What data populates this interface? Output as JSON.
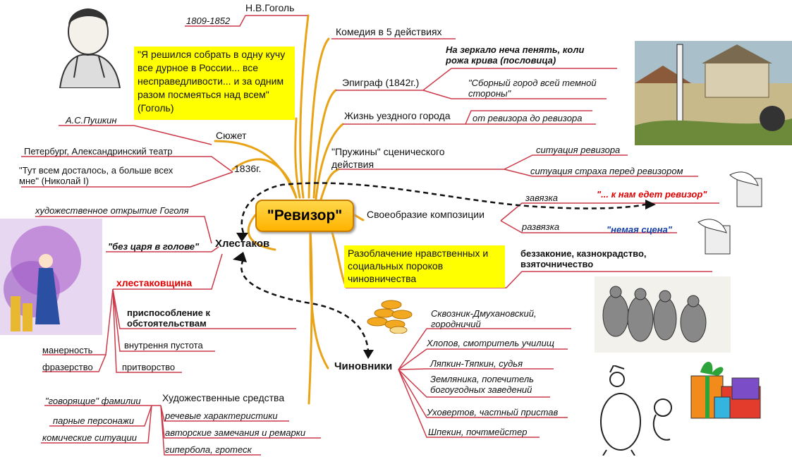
{
  "center": "\"Ревизор\"",
  "top": {
    "author": "Н.В.Гоголь",
    "years": "1809-1852",
    "quote": "\"Я решился собрать в одну кучу все дурное в России... все несправедливости... и за одним разом посмеяться над всем\" (Гоголь)",
    "pushkin": "А.С.Пушкин",
    "plot": "Сюжет",
    "year1836": "1836г.",
    "theatre": "Петербург, Александринский театр",
    "nicholas": "\"Тут всем досталось, а больше всех мне\" (Николай I)"
  },
  "right": {
    "comedy": "Комедия в 5 действиях",
    "proverb": "На зеркало неча пенять, коли рожа крива (пословица)",
    "epigraph": "Эпиграф (1842г.)",
    "city_quote": "\"Сборный город всей темной стороны\"",
    "town_life": "Жизнь уездного города",
    "rev_to_rev": "от ревизора до ревизора",
    "springs": "\"Пружины\" сценического действия",
    "sit_rev": "ситуация ревизора",
    "sit_fear": "ситуация страха перед ревизором",
    "composition": "Своеобразие композиции",
    "zavyazka": "завязка",
    "zav_quote": "\"... к нам  едет ревизор\"",
    "razvyazka": "развязка",
    "silent": "\"немая сцена\"",
    "exposure": "Разоблачение нравственных и социальных пороков чиновничества",
    "vices": "беззаконие, казнокрадство, взяточничество"
  },
  "khlestakov": {
    "title": "Хлестаков",
    "discovery": "художественное открытие Гоголя",
    "no_tsar": "\"без царя в голове\"",
    "khlest": "хлестаковщина",
    "adapt": "приспособление к обстоятельствам",
    "empty": "внутрення пустота",
    "manner": "манерность",
    "phrase": "фразерство",
    "pretense": "притворство"
  },
  "officials": {
    "title": "Чиновники",
    "items": [
      "Сквозник-Дмухановский, городничий",
      "Хлопов, смотритель училищ",
      "Ляпкин-Тяпкин, судья",
      "Земляника, попечитель богоугодных заведений",
      "Уховертов, частный пристав",
      "Шпекин, почтмейстер"
    ]
  },
  "means": {
    "title": "Художественные средства",
    "speaking": "\"говорящие\" фамилии",
    "pairs": "парные персонажи",
    "comic": "комические ситуации",
    "speech": "речевые характеристики",
    "author_notes": "авторские замечания и ремарки",
    "hyperbole": "гипербола, гротеск"
  },
  "colors": {
    "branch": "#e8a317",
    "leaf": "#cc3a4a",
    "yellow": "#ffff00",
    "center": "#ffc21a"
  }
}
